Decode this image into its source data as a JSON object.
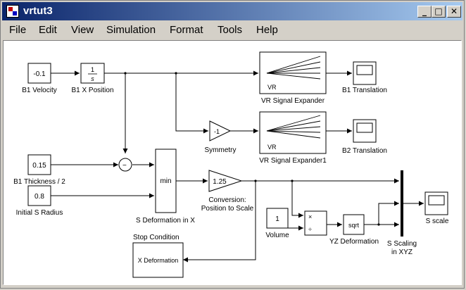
{
  "window": {
    "title": "vrtut3",
    "buttons": {
      "minimize": "_",
      "maximize": "□",
      "close": "✕"
    }
  },
  "menu": [
    "File",
    "Edit",
    "View",
    "Simulation",
    "Format",
    "Tools",
    "Help"
  ],
  "blocks": {
    "b1_velocity": {
      "value": "-0.1",
      "label": "B1 Velocity"
    },
    "b1_x_position": {
      "label": "B1 X Position",
      "num": "1",
      "den": "s"
    },
    "expander1": {
      "text": "VR",
      "label": "VR Signal Expander"
    },
    "b1_translation": {
      "label": "B1 Translation"
    },
    "symmetry": {
      "value": "-1",
      "label": "Symmetry"
    },
    "expander2": {
      "text": "VR",
      "label": "VR Signal Expander1"
    },
    "b2_translation": {
      "label": "B2 Translation"
    },
    "b1_thickness": {
      "value": "0.15",
      "label": "B1 Thickness / 2"
    },
    "initial_radius": {
      "value": "0.8",
      "label": "Initial S Radius"
    },
    "sum": {
      "sign": "−"
    },
    "min": {
      "text": "min",
      "label": "S Deformation in X"
    },
    "conversion": {
      "value": "1.25",
      "label1": "Conversion:",
      "label2": "Position to Scale"
    },
    "volume": {
      "value": "1",
      "label": "Volume"
    },
    "product": {
      "mul": "×",
      "div": "÷"
    },
    "sqrt": {
      "text": "sqrt",
      "label": "YZ Deformation"
    },
    "mux": {
      "label1": "S Scaling",
      "label2": "in XYZ"
    },
    "s_scale": {
      "label": "S scale"
    },
    "stop": {
      "text": "X Deformation",
      "label": "Stop Condition"
    }
  }
}
